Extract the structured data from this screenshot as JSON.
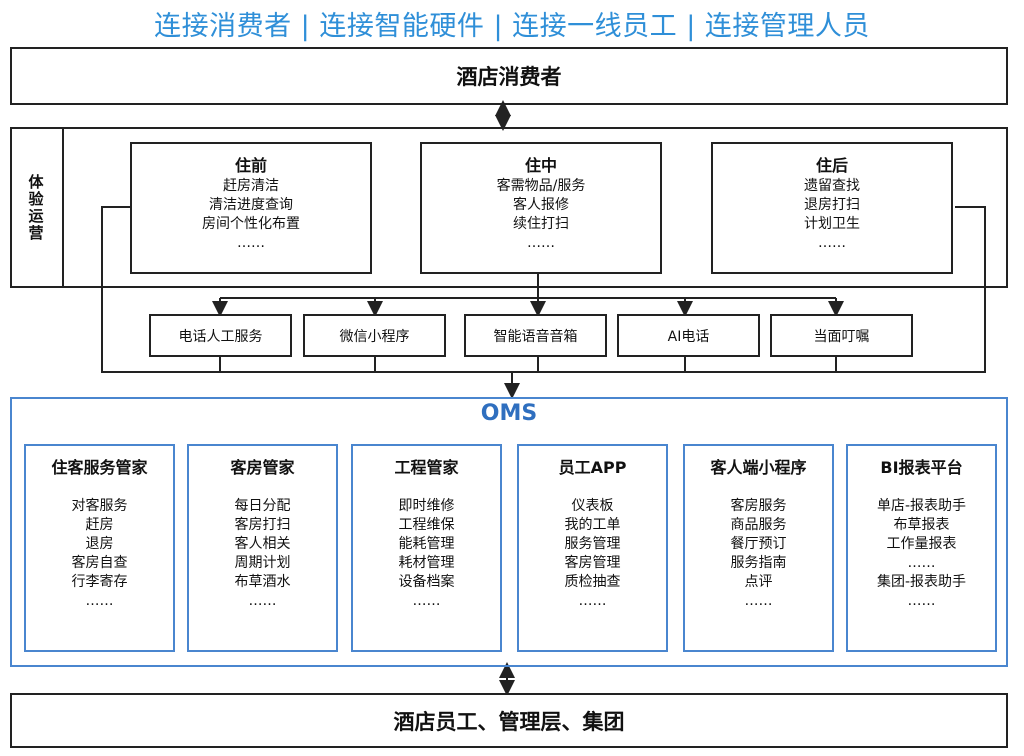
{
  "headline": "连接消费者 | 连接智能硬件 | 连接一线员工 | 连接管理人员",
  "top_bar": "酒店消费者",
  "experience_label": "体验运营",
  "stages": [
    {
      "title": "住前",
      "items": [
        "赶房清洁",
        "清洁进度查询",
        "房间个性化布置",
        "……"
      ]
    },
    {
      "title": "住中",
      "items": [
        "客需物品/服务",
        "客人报修",
        "续住打扫",
        "……"
      ]
    },
    {
      "title": "住后",
      "items": [
        "遗留查找",
        "退房打扫",
        "计划卫生",
        "……"
      ]
    }
  ],
  "channels": [
    "电话人工服务",
    "微信小程序",
    "智能语音音箱",
    "AI电话",
    "当面叮嘱"
  ],
  "oms_title": "OMS",
  "modules": [
    {
      "title": "住客服务管家",
      "items": [
        "对客服务",
        "赶房",
        "退房",
        "客房自查",
        "行李寄存",
        "……"
      ]
    },
    {
      "title": "客房管家",
      "items": [
        "每日分配",
        "客房打扫",
        "客人相关",
        "周期计划",
        "布草酒水",
        "……"
      ]
    },
    {
      "title": "工程管家",
      "items": [
        "即时维修",
        "工程维保",
        "能耗管理",
        "耗材管理",
        "设备档案",
        "……"
      ]
    },
    {
      "title": "员工APP",
      "items": [
        "仪表板",
        "我的工单",
        "服务管理",
        "客房管理",
        "质检抽查",
        "……"
      ]
    },
    {
      "title": "客人端小程序",
      "items": [
        "客房服务",
        "商品服务",
        "餐厅预订",
        "服务指南",
        "点评",
        "……"
      ]
    },
    {
      "title": "BI报表平台",
      "items": [
        "单店-报表助手",
        "布草报表",
        "工作量报表",
        "……",
        "集团-报表助手",
        "……"
      ]
    }
  ],
  "bottom_bar": "酒店员工、管理层、集团"
}
